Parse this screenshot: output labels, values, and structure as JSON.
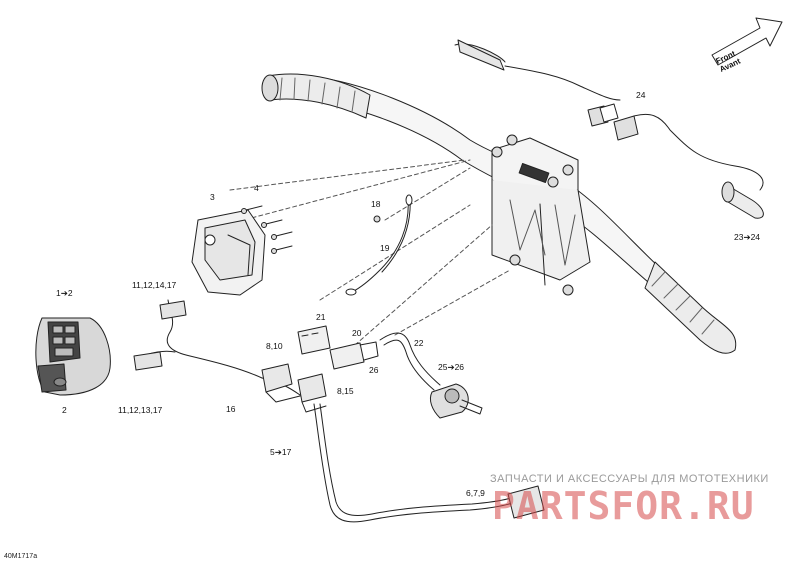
{
  "direction_label": {
    "line1": "Front",
    "line2": "Avant"
  },
  "callouts": {
    "c1_2": "1➔2",
    "c2": "2",
    "c3": "3",
    "c4": "4",
    "c5_17": "5➔17",
    "c6_7_9": "6,7,9",
    "c8_10": "8,10",
    "c8_15": "8,15",
    "c11_12_14_17": "11,12,14,17",
    "c11_12_13_17": "11,12,13,17",
    "c16": "16",
    "c18": "18",
    "c19": "19",
    "c20": "20",
    "c21": "21",
    "c22": "22",
    "c23_24": "23➔24",
    "c24": "24",
    "c25_26": "25➔26",
    "c26": "26"
  },
  "watermark": {
    "line1": "ЗАПЧАСТИ И АКСЕССУАРЫ ДЛЯ МОТОТЕХНИКИ",
    "line2": "PARTSFOR.RU"
  },
  "drawing_code": "40M1717a"
}
